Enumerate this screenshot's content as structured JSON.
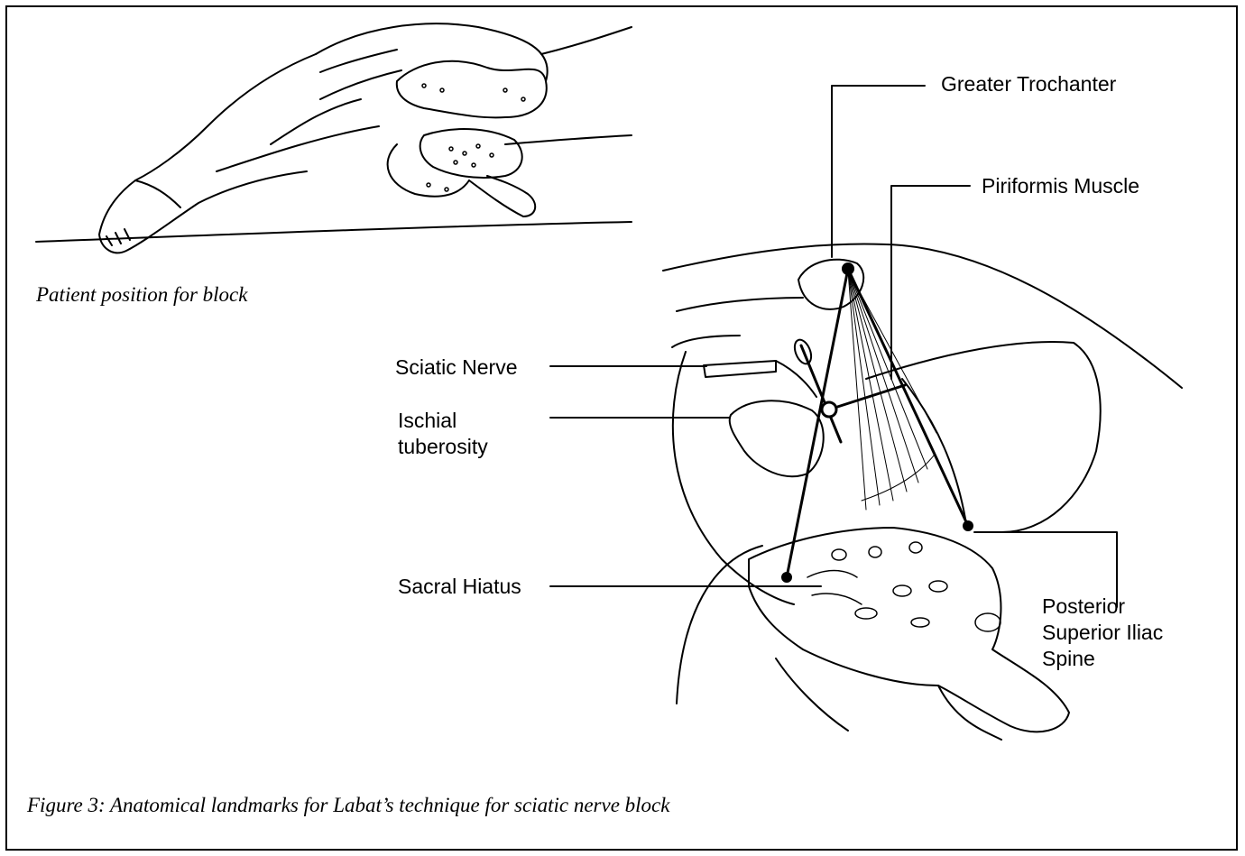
{
  "labels": {
    "greater_trochanter": "Greater Trochanter",
    "piriformis_muscle": "Piriformis Muscle",
    "sciatic_nerve": "Sciatic Nerve",
    "ischial_tuberosity_1": "Ischial",
    "ischial_tuberosity_2": "tuberosity",
    "sacral_hiatus": "Sacral Hiatus",
    "psis_1": "Posterior",
    "psis_2": "Superior Iliac",
    "psis_3": "Spine"
  },
  "captions": {
    "patient_position": "Patient position for block",
    "figure": "Figure 3: Anatomical landmarks for Labat’s technique for sciatic nerve block"
  }
}
